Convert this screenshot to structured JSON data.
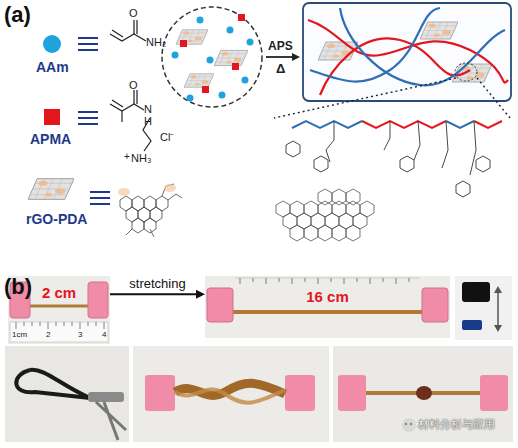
{
  "diagram": {
    "nodes": [
      {
        "text": [
          "2 cm"
        ]
      },
      {
        "text": [
          "16 cm"
        ]
      }
    ],
    "edges": [
      {
        "from": 0,
        "to": 1,
        "arrow": "to",
        "label": "stretching"
      }
    ],
    "labels": [
      "(a)",
      "O",
      "NH₂",
      "O",
      "N",
      "H",
      "Cl⁻",
      "+",
      "NH₃",
      "APS",
      "Δ",
      "(b)",
      "1cm",
      "2",
      "3",
      "4",
      "材料分析与应用"
    ],
    "legend": [
      {
        "text": "AAm",
        "color": "#1fa3dd"
      },
      {
        "text": "APMA",
        "color": "#e3161e"
      },
      {
        "text": "rGO-PDA"
      }
    ]
  }
}
